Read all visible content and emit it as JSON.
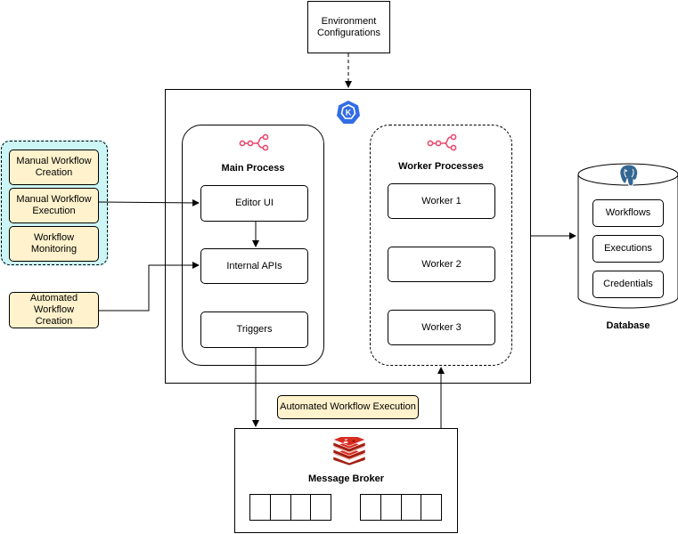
{
  "environment": {
    "label": "Environment\nConfigurations"
  },
  "main_process": {
    "title": "Main Process",
    "editor_ui": "Editor UI",
    "internal_apis": "Internal APIs",
    "triggers": "Triggers"
  },
  "worker_processes": {
    "title": "Worker Processes",
    "workers": [
      "Worker 1",
      "Worker 2",
      "Worker 3"
    ]
  },
  "manual_group": {
    "items": [
      "Manual Workflow\nCreation",
      "Manual Workflow\nExecution",
      "Workflow Monitoring"
    ]
  },
  "automated_creation": {
    "label": "Automated Workflow\nCreation"
  },
  "automated_execution": {
    "label": "Automated Workflow Execution"
  },
  "database": {
    "title": "Database",
    "tables": [
      "Workflows",
      "Executions",
      "Credentials"
    ]
  },
  "message_broker": {
    "title": "Message Broker"
  },
  "icons": {
    "kubernetes": "kubernetes-icon",
    "n8n": "n8n-icon",
    "postgres": "postgresql-icon",
    "redis": "redis-icon"
  },
  "colors": {
    "manual_group_fill": "#ccf5f5",
    "yellow_fill": "#fff2cc",
    "kubernetes_blue": "#326ce5",
    "n8n_coral": "#ea4b71",
    "redis_red": "#c6302b",
    "postgres_blue": "#336791"
  }
}
